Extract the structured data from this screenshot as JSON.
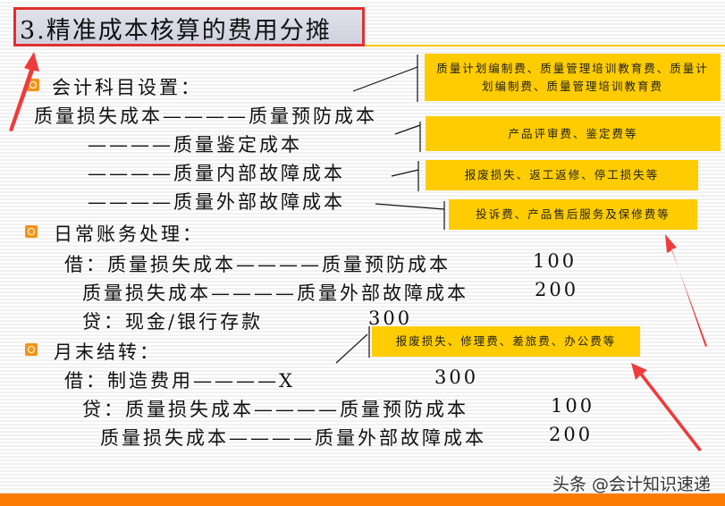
{
  "title": "3.精准成本核算的费用分摊",
  "sections": [
    {
      "heading": "会计科目设置：",
      "lines": [
        "质量损失成本————质量预防成本",
        "————质量鉴定成本",
        "————质量内部故障成本",
        "————质量外部故障成本"
      ]
    },
    {
      "heading": "日常账务处理：",
      "lines": [
        {
          "text": "借：质量损失成本————质量预防成本",
          "amount": "100"
        },
        {
          "text": "质量损失成本————质量外部故障成本",
          "amount": "200"
        },
        {
          "text": "贷：现金/银行存款",
          "amount": "300"
        }
      ]
    },
    {
      "heading": "月末结转：",
      "lines": [
        {
          "text": "借：制造费用————X",
          "amount": "300"
        },
        {
          "text": "贷：质量损失成本————质量预防成本",
          "amount": "100"
        },
        {
          "text": "质量损失成本————质量外部故障成本",
          "amount": "200"
        }
      ]
    }
  ],
  "notes": [
    "质量计划编制费、质量管理培训教育费、质量计划编制费、质量管理培训教育费",
    "产品评审费、鉴定费等",
    "报废损失、返工返修、停工损失等",
    "投诉费、产品售后服务及保修费等",
    "报废损失、修理费、差旅费、办公费等"
  ],
  "watermark": "头条 @会计知识速递",
  "colors": {
    "note_bg": "#fecc00",
    "bullet": "#f29418",
    "title_border": "#e03030",
    "footer": "#fb7c00",
    "arrow": "#ee3b3b"
  }
}
